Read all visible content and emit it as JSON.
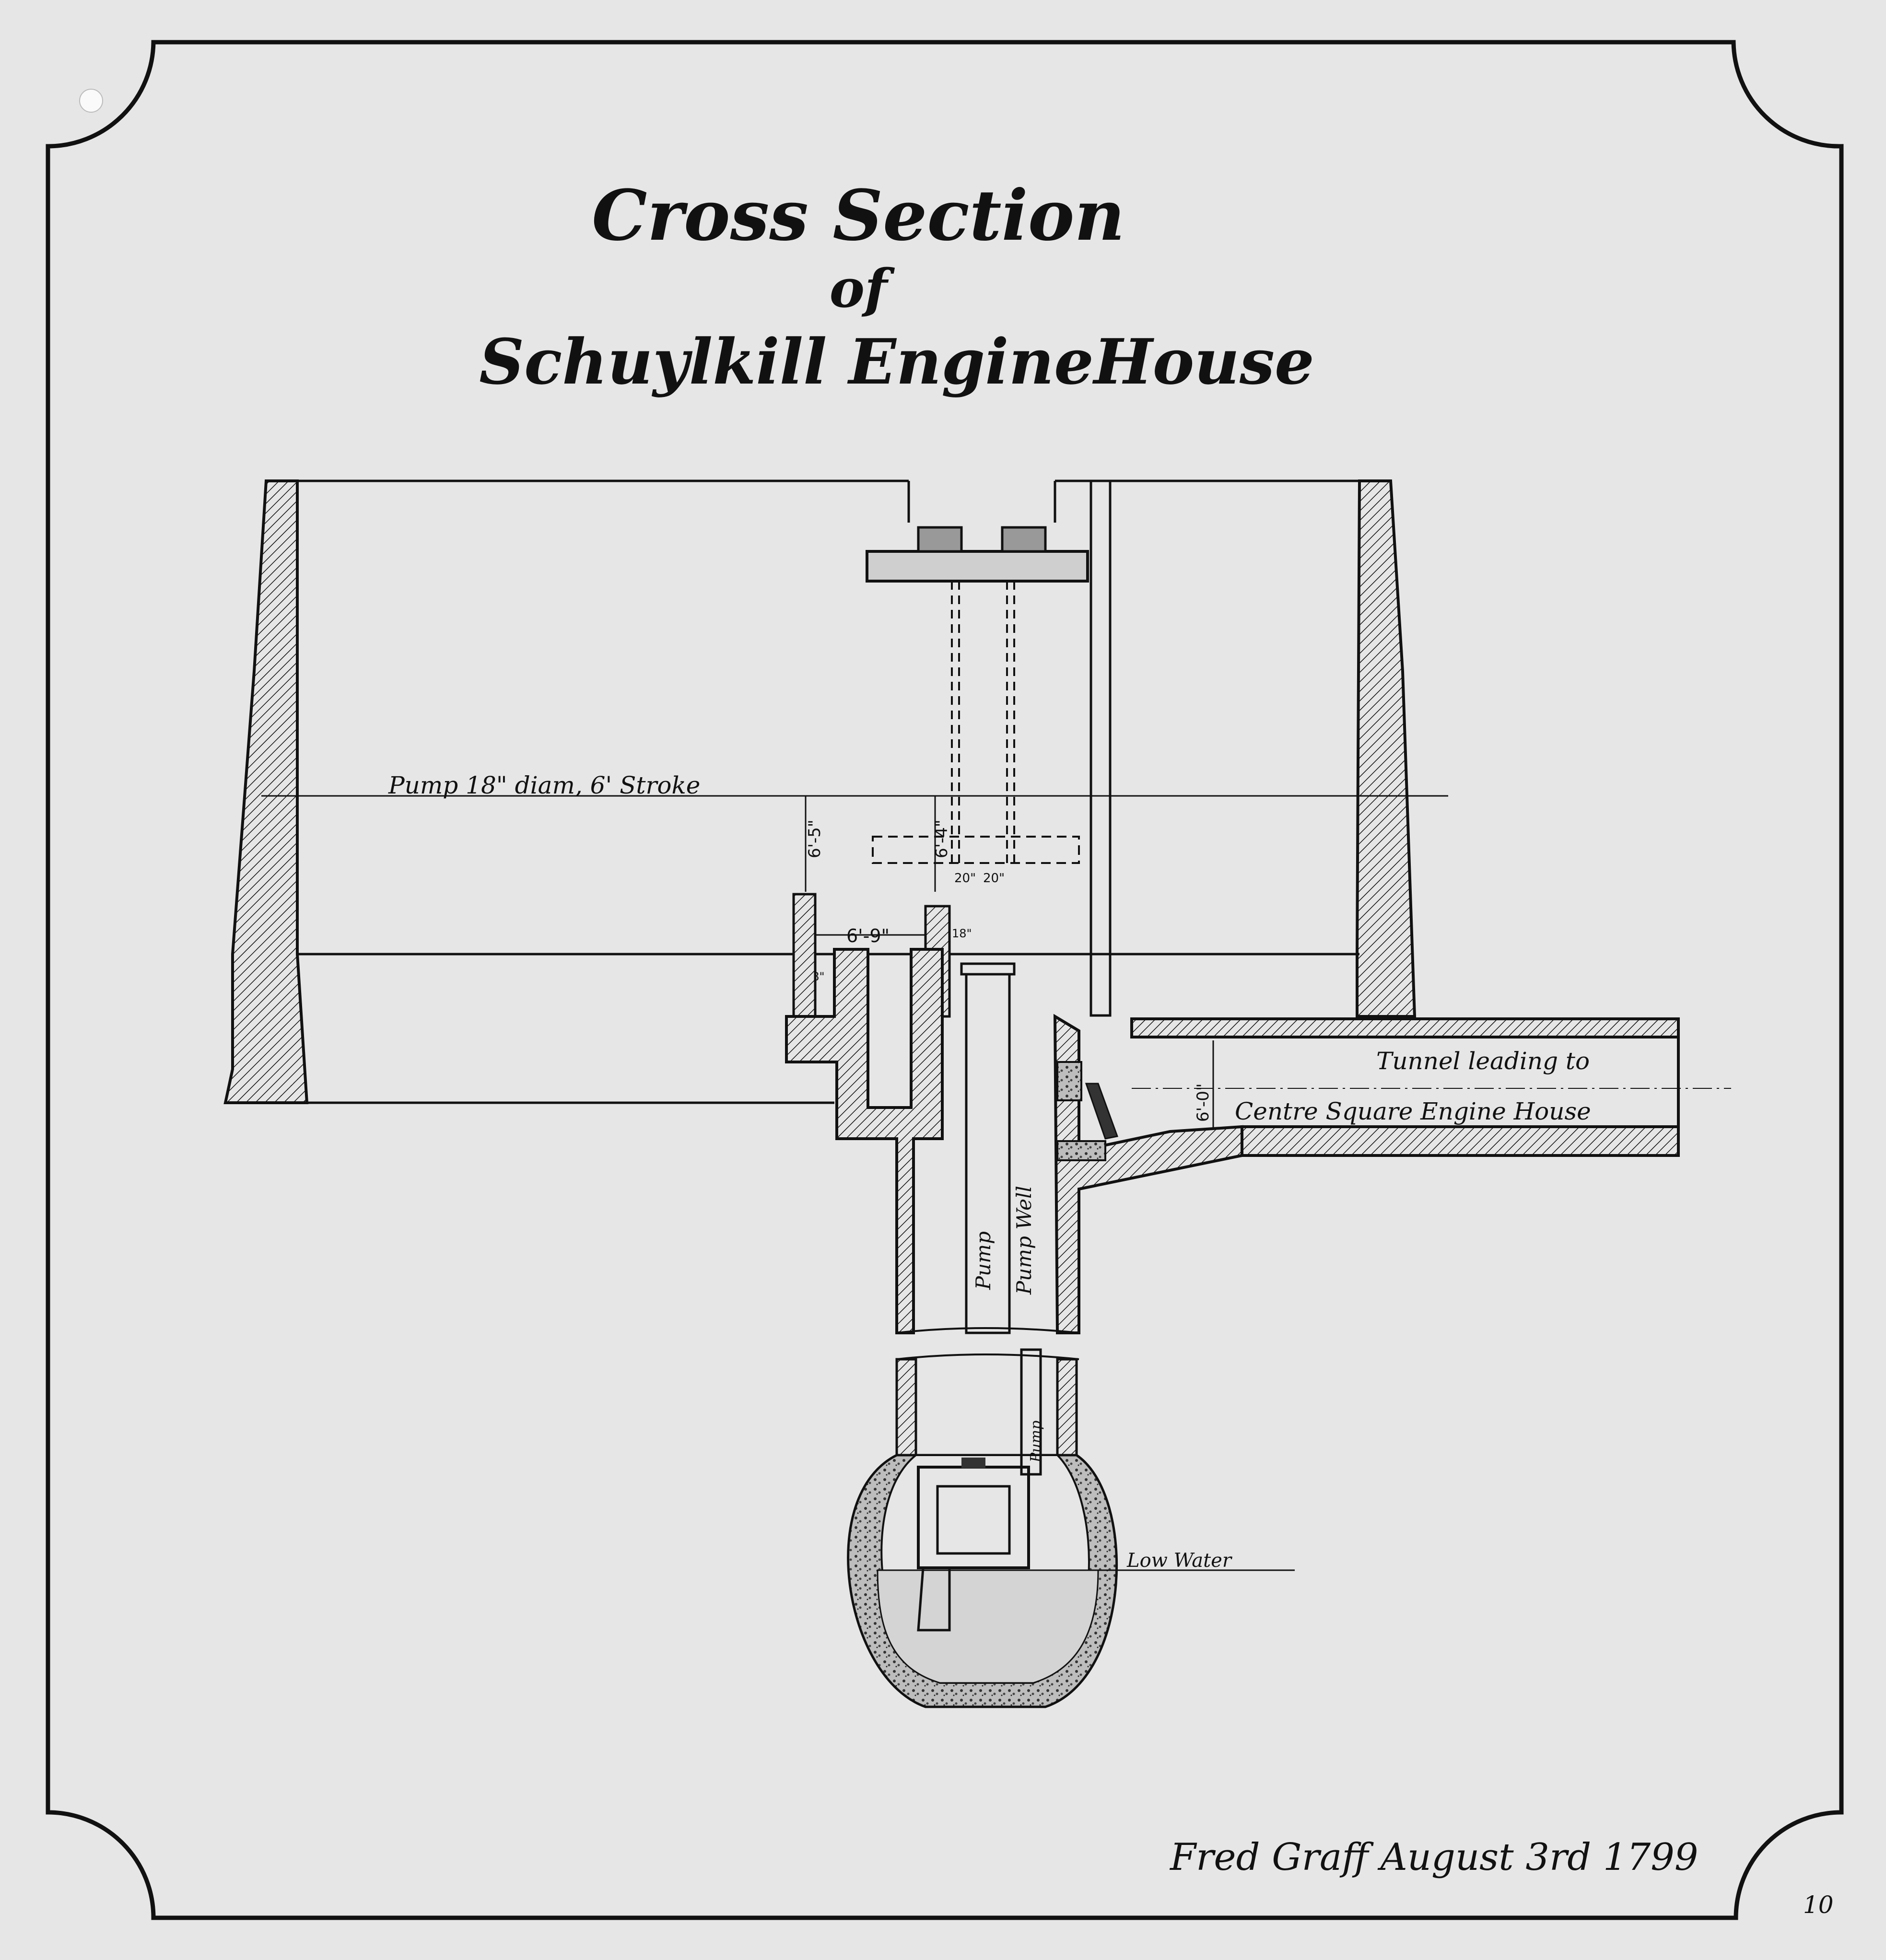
{
  "title": {
    "line1": "Cross Section",
    "line2": "of",
    "line3": "Schuylkill EngineHouse"
  },
  "labels": {
    "pump_spec": "Pump 18\" diam, 6' Stroke",
    "tunnel_line1": "Tunnel leading to",
    "tunnel_line2": "Centre Square Engine House",
    "pump": "Pump",
    "pump_well": "Pump Well",
    "pump_lower": "Pump",
    "low_water": "Low Water"
  },
  "dimensions": {
    "height_left": "6'-5\"",
    "height_right": "6'-4\"",
    "width_between": "6'-9\"",
    "wall_left": "18\"",
    "wall_right": "18\"",
    "beam_left": "20\"",
    "beam_right": "20\"",
    "tunnel_height": "6'-0\""
  },
  "signature": "Fred Graff August 3rd 1799",
  "corner_mark": "10",
  "colors": {
    "paper": "#e6e6e6",
    "ink": "#111111",
    "wood": "#cfcfcf",
    "water": "#d4d4d4"
  }
}
